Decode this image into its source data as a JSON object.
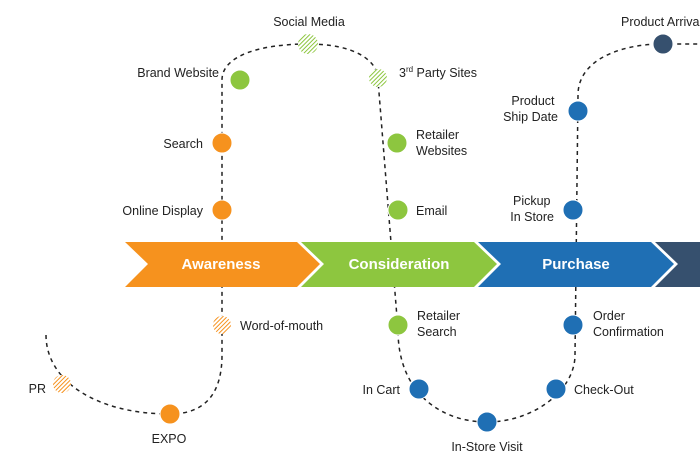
{
  "colors": {
    "awareness": "#F6921E",
    "consideration": "#8DC63F",
    "purchase": "#1F6FB4",
    "final_stage": "#36506E",
    "path": "#222222",
    "text": "#222222"
  },
  "stages": [
    {
      "key": "awareness",
      "label": "Awareness"
    },
    {
      "key": "consideration",
      "label": "Consideration"
    },
    {
      "key": "purchase",
      "label": "Purchase"
    },
    {
      "key": "final",
      "label": ""
    }
  ],
  "touchpoints": [
    {
      "key": "pr",
      "label": "PR",
      "stage": "awareness",
      "style": "hatched"
    },
    {
      "key": "expo",
      "label": "EXPO",
      "stage": "awareness",
      "style": "solid"
    },
    {
      "key": "word_of_mouth",
      "label": "Word-of-mouth",
      "stage": "awareness",
      "style": "hatched"
    },
    {
      "key": "online_display",
      "label": "Online Display",
      "stage": "awareness",
      "style": "solid"
    },
    {
      "key": "search",
      "label": "Search",
      "stage": "awareness",
      "style": "solid"
    },
    {
      "key": "brand_website",
      "label": "Brand Website",
      "stage": "consideration",
      "style": "solid"
    },
    {
      "key": "social_media",
      "label": "Social Media",
      "stage": "consideration",
      "style": "hatched"
    },
    {
      "key": "third_party_sites",
      "label": "3rd Party Sites",
      "label_parts": [
        "3",
        "rd",
        " Party Sites"
      ],
      "stage": "consideration",
      "style": "hatched"
    },
    {
      "key": "retailer_websites",
      "label": "Retailer Websites",
      "lines": [
        "Retailer",
        "Websites"
      ],
      "stage": "consideration",
      "style": "solid"
    },
    {
      "key": "email",
      "label": "Email",
      "stage": "consideration",
      "style": "solid"
    },
    {
      "key": "retailer_search",
      "label": "Retailer Search",
      "lines": [
        "Retailer",
        "Search"
      ],
      "stage": "consideration",
      "style": "solid"
    },
    {
      "key": "in_cart",
      "label": "In Cart",
      "stage": "purchase",
      "style": "solid"
    },
    {
      "key": "in_store_visit",
      "label": "In-Store Visit",
      "stage": "purchase",
      "style": "solid"
    },
    {
      "key": "check_out",
      "label": "Check-Out",
      "stage": "purchase",
      "style": "solid"
    },
    {
      "key": "order_confirmation",
      "label": "Order Confirmation",
      "lines": [
        "Order",
        "Confirmation"
      ],
      "stage": "purchase",
      "style": "solid"
    },
    {
      "key": "pickup_in_store",
      "label": "Pickup In Store",
      "lines": [
        "Pickup",
        "In Store"
      ],
      "stage": "purchase",
      "style": "solid"
    },
    {
      "key": "product_ship_date",
      "label": "Product Ship Date",
      "lines": [
        "Product",
        "Ship Date"
      ],
      "stage": "purchase",
      "style": "solid"
    },
    {
      "key": "product_arrival",
      "label": "Product Arriva",
      "stage": "final",
      "style": "solid"
    }
  ]
}
